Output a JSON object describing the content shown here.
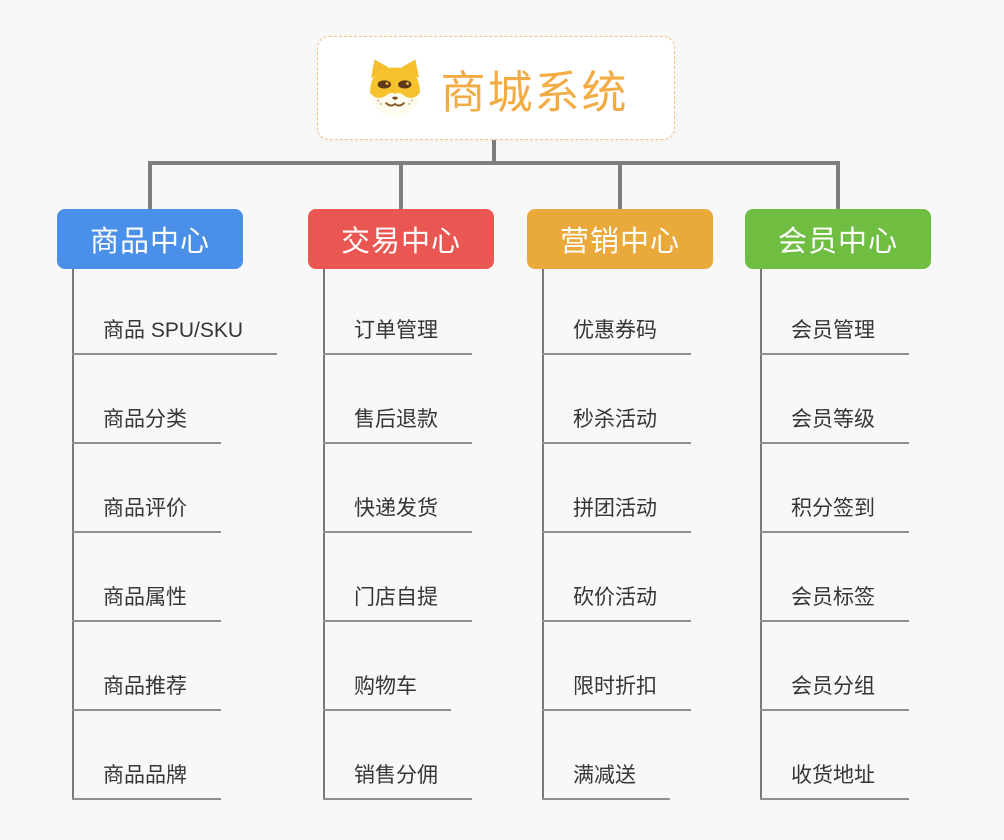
{
  "root": {
    "title": "商城系统",
    "icon": "dog-face-icon"
  },
  "branches": [
    {
      "label": "商品中心",
      "color": "#4a90e8",
      "items": [
        "商品 SPU/SKU",
        "商品分类",
        "商品评价",
        "商品属性",
        "商品推荐",
        "商品品牌"
      ]
    },
    {
      "label": "交易中心",
      "color": "#ea5752",
      "items": [
        "订单管理",
        "售后退款",
        "快递发货",
        "门店自提",
        "购物车",
        "销售分佣"
      ]
    },
    {
      "label": "营销中心",
      "color": "#e9a93b",
      "items": [
        "优惠券码",
        "秒杀活动",
        "拼团活动",
        "砍价活动",
        "限时折扣",
        "满减送"
      ]
    },
    {
      "label": "会员中心",
      "color": "#6fbe41",
      "items": [
        "会员管理",
        "会员等级",
        "积分签到",
        "会员标签",
        "会员分组",
        "收货地址"
      ]
    }
  ],
  "colors": {
    "background": "#f8f8f8",
    "connector": "#7e7e7e",
    "underline": "#909090",
    "root_title": "#f2ac43",
    "root_border": "#f0c27d"
  }
}
